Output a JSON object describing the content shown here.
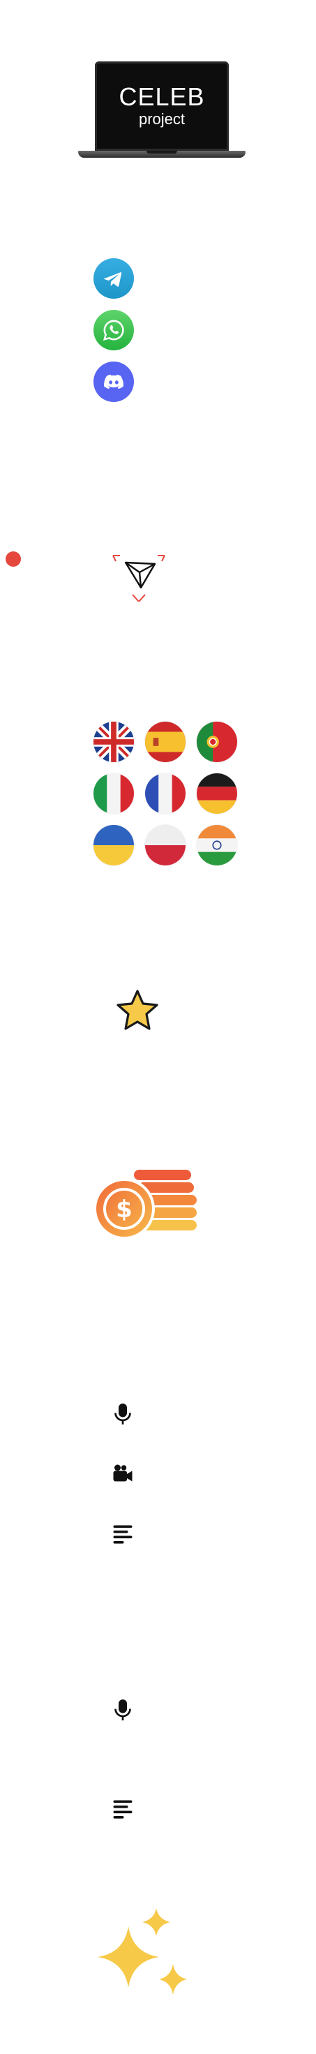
{
  "hero": {
    "title": "CELEB",
    "subtitle": "project"
  },
  "social": {
    "items": [
      {
        "name": "telegram-icon",
        "color": "#2aa3d8"
      },
      {
        "name": "whatsapp-icon",
        "color": "#3cc25a"
      },
      {
        "name": "discord-icon",
        "color": "#5865f2"
      }
    ]
  },
  "languages": {
    "flags": [
      "uk",
      "spain",
      "portugal",
      "italy",
      "france",
      "germany",
      "ukraine",
      "poland",
      "india"
    ]
  },
  "colors": {
    "accent_red": "#e5473d",
    "star_yellow": "#f7c948",
    "coin_orange": "#f07a3a"
  },
  "sections": {
    "icons_a": [
      "microphone-icon",
      "video-camera-icon",
      "text-lines-icon"
    ],
    "icons_b": [
      "microphone-icon",
      "text-lines-icon"
    ]
  }
}
